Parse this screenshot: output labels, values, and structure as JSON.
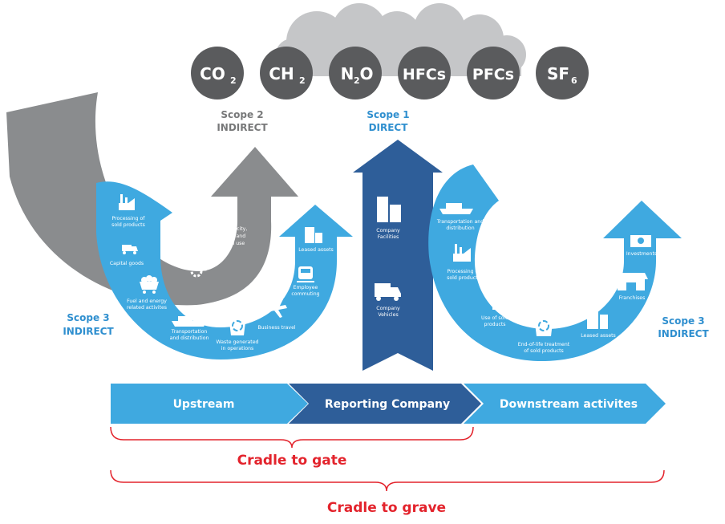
{
  "gases": [
    {
      "label": "CO",
      "sub": "2"
    },
    {
      "label": "CH",
      "sub": "2"
    },
    {
      "label": "N",
      "sub": "2",
      "suffix": "O"
    },
    {
      "label": "HFCs",
      "sub": "",
      "suffix": ""
    },
    {
      "label": "PFCs",
      "sub": "",
      "suffix": ""
    },
    {
      "label": "SF",
      "sub": "6"
    }
  ],
  "scope2": {
    "title": "Scope 2",
    "subtitle": "INDIRECT"
  },
  "scope1": {
    "title": "Scope 1",
    "subtitle": "DIRECT"
  },
  "scope3_left": {
    "title": "Scope 3",
    "subtitle": "INDIRECT"
  },
  "scope3_right": {
    "title": "Scope 3",
    "subtitle": "INDIRECT"
  },
  "purchased": [
    "Purchased electricity,",
    "steam, heating, and",
    "cooling for own use"
  ],
  "upstream_items": {
    "processing": [
      "Processing of",
      "sold products"
    ],
    "capital": [
      "Capital goods"
    ],
    "fuel": [
      "Fuel and energy",
      "related activites"
    ],
    "transport": [
      "Transportation",
      "and distribution"
    ],
    "waste": [
      "Waste generated",
      "in operations"
    ],
    "travel": [
      "Business travel"
    ],
    "commuting": [
      "Employee",
      "commuting"
    ],
    "leased": [
      "Leased assets"
    ]
  },
  "company_items": {
    "facilities": [
      "Company",
      "Facilities"
    ],
    "vehicles": [
      "Company",
      "Vehicles"
    ]
  },
  "downstream_items": {
    "transport": [
      "Transportation and",
      "distribution"
    ],
    "processing": [
      "Processing of",
      "sold products"
    ],
    "use": [
      "Use of sold",
      "products"
    ],
    "eol": [
      "End-of-life treatment",
      "of sold products"
    ],
    "leased": [
      "Leased assets"
    ],
    "franchises": [
      "Franchises"
    ],
    "investments": [
      "Investments"
    ]
  },
  "chevrons": {
    "upstream": "Upstream",
    "reporting": "Reporting Company",
    "downstream": "Downstream activites"
  },
  "brackets": {
    "gate": "Cradle to gate",
    "grave": "Cradle to grave"
  },
  "colors": {
    "light_blue": "#3fa9e0",
    "dark_blue": "#2e5e99",
    "grey": "#8a8c8e",
    "cloud": "#c5c6c8",
    "gas_circle": "#5a5b5d",
    "red": "#e3232c",
    "scope_blue": "#2f8fcf"
  }
}
